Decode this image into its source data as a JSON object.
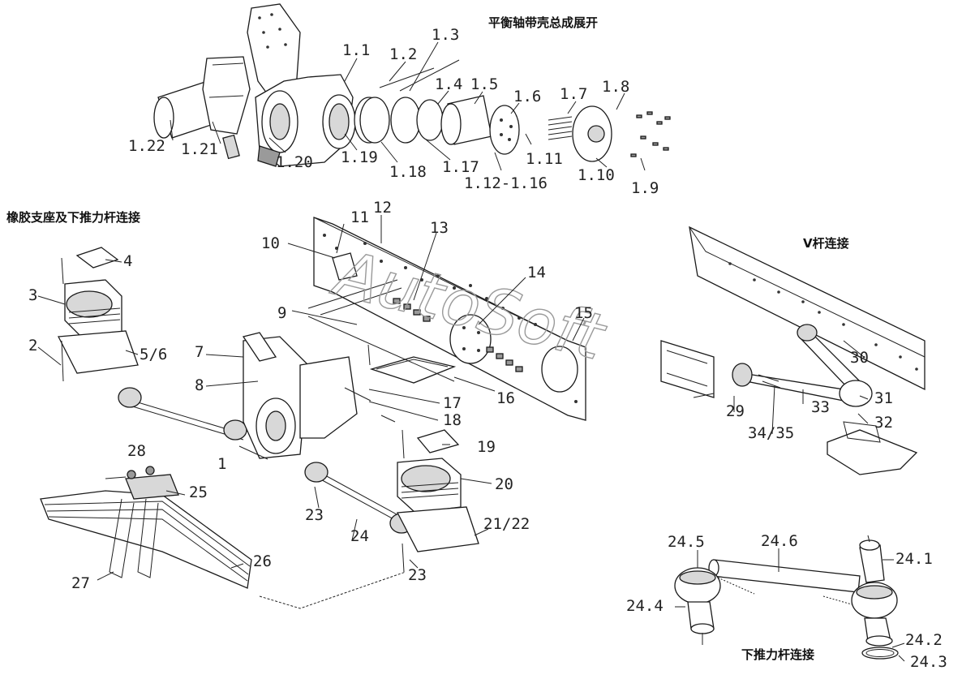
{
  "titles": {
    "balance_shaft": "平衡轴带壳总成展开",
    "rubber_support": "橡胶支座及下推力杆连接",
    "v_rod": "V杆连接",
    "lower_rod": "下推力杆连接"
  },
  "watermark": "AutoSoft",
  "labels": {
    "l_1_1": "1.1",
    "l_1_2": "1.2",
    "l_1_3": "1.3",
    "l_1_4": "1.4",
    "l_1_5": "1.5",
    "l_1_6": "1.6",
    "l_1_7": "1.7",
    "l_1_8": "1.8",
    "l_1_9": "1.9",
    "l_1_10": "1.10",
    "l_1_11": "1.11",
    "l_1_12_16": "1.12-1.16",
    "l_1_17": "1.17",
    "l_1_18": "1.18",
    "l_1_19": "1.19",
    "l_1_20": "1.20",
    "l_1_21": "1.21",
    "l_1_22": "1.22",
    "n1": "1",
    "n2": "2",
    "n3": "3",
    "n4": "4",
    "n5_6": "5/6",
    "n7": "7",
    "n8": "8",
    "n9": "9",
    "n10": "10",
    "n11": "11",
    "n12": "12",
    "n13": "13",
    "n14": "14",
    "n15": "15",
    "n16": "16",
    "n17": "17",
    "n18": "18",
    "n19": "19",
    "n20": "20",
    "n21_22": "21/22",
    "n23a": "23",
    "n23b": "23",
    "n24": "24",
    "n25": "25",
    "n26": "26",
    "n27": "27",
    "n28": "28",
    "n29": "29",
    "n30": "30",
    "n31": "31",
    "n32": "32",
    "n33": "33",
    "n34_35": "34/35",
    "l_24_1": "24.1",
    "l_24_2": "24.2",
    "l_24_3": "24.3",
    "l_24_4": "24.4",
    "l_24_5": "24.5",
    "l_24_6": "24.6"
  }
}
